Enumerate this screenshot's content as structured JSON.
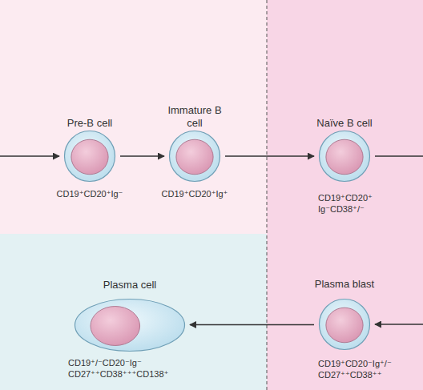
{
  "diagram": {
    "nodes": [
      {
        "text": [
          "Pre-B cell",
          "CD19⁺CD20⁺Ig⁻"
        ]
      },
      {
        "text": [
          "Immature B cell",
          "CD19⁺CD20⁺Ig⁺"
        ]
      },
      {
        "text": [
          "Naïve B cell",
          "CD19⁺CD20⁺ Ig⁻CD38⁺/⁻"
        ]
      },
      {
        "text": [
          "Plasma cell",
          "CD19⁺/⁻CD20⁻Ig⁻ CD27⁺⁺CD38⁺⁺⁺CD138⁺"
        ]
      },
      {
        "text": [
          "Plasma blast",
          "CD19⁺CD20⁻Ig⁺/⁻ CD27⁺⁺CD38⁺⁺"
        ]
      }
    ],
    "edges": [
      {
        "from": 0,
        "to": 1,
        "arrow": "to"
      },
      {
        "from": 1,
        "to": 2,
        "arrow": "to"
      },
      {
        "from": 4,
        "to": 3,
        "arrow": "to"
      }
    ]
  }
}
